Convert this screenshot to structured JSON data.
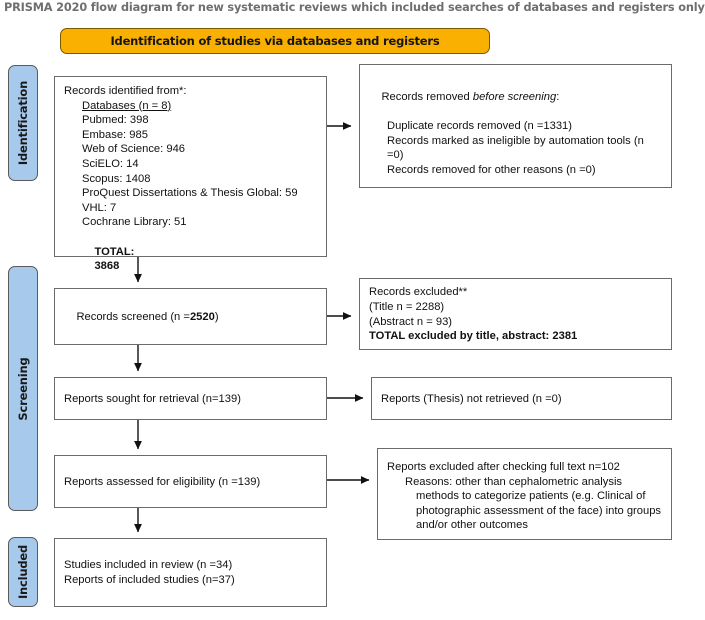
{
  "caption": "PRISMA 2020 flow diagram for new systematic reviews which included searches of databases and registers only",
  "colors": {
    "banner_fill": "#f9b000",
    "stage_fill": "#a6c9ec",
    "box_border": "#6b6b6b",
    "caption_text": "#6f6f6f"
  },
  "banner": {
    "label": "Identification of studies via databases and registers"
  },
  "stages": [
    {
      "name": "identification",
      "label": "Identification"
    },
    {
      "name": "screening",
      "label": "Screening"
    },
    {
      "name": "included",
      "label": "Included"
    }
  ],
  "boxes": {
    "records_identified": {
      "title": "Records identified from*:",
      "subtitle": "Databases (n = 8)",
      "sources": [
        "Pubmed: 398",
        "Embase: 985",
        "Web of Science: 946",
        "SciELO: 14",
        "Scopus: 1408",
        "ProQuest Dissertations & Thesis Global: 59",
        "VHL: 7",
        "Cochrane Library: 51"
      ],
      "total_label": "TOTAL:",
      "total_value": "3868"
    },
    "records_removed": {
      "title_a": "Records removed ",
      "title_i": "before screening",
      "title_b": ":",
      "items": [
        "Duplicate records removed (n =1331)",
        "Records marked as ineligible by automation tools (n =0)",
        "Records removed for other reasons (n =0)"
      ]
    },
    "records_screened": {
      "prefix": "Records screened (n =",
      "count": "2520",
      "suffix": ")"
    },
    "records_excluded": {
      "title": "Records excluded**",
      "title_line": "(Title n = 2288)",
      "abstract_line": "(Abstract n = 93)",
      "total": "TOTAL excluded by title, abstract: 2381"
    },
    "reports_sought": {
      "text": "Reports sought for retrieval (n=139)"
    },
    "reports_not_retrieved": {
      "text": "Reports (Thesis) not retrieved (n =0)"
    },
    "reports_assessed": {
      "text": "Reports assessed for eligibility (n =139)"
    },
    "reports_excluded_fulltext": {
      "title": "Reports excluded after checking full text n=102",
      "reasons": "Reasons: other than cephalometric analysis methods to categorize patients (e.g. Clinical of photographic assessment of the face) into groups and/or other outcomes"
    },
    "studies_included": {
      "line1": "Studies included in review (n =34)",
      "line2": "Reports of included studies (n=37)"
    }
  }
}
